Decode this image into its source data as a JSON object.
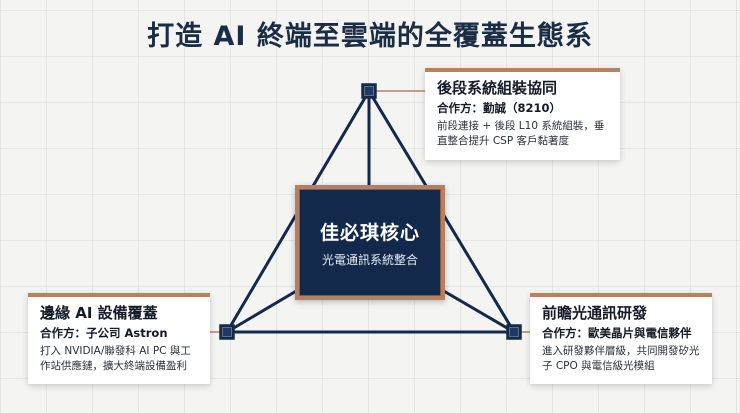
{
  "title": "打造 AI 終端至雲端的全覆蓋生態系",
  "colors": {
    "navy": "#13294b",
    "copper": "#b57f60",
    "background": "#f4f4f3",
    "card": "#ffffff"
  },
  "center": {
    "title": "佳必琪核心",
    "subtitle": "光電通訊系統整合"
  },
  "nodes": [
    {
      "position": "top",
      "title": "後段系統組裝協同",
      "partner": "合作方：勤誠（8210）",
      "description": "前段連接 + 後段 L10 系統組裝，垂直整合提升 CSP 客戶黏著度"
    },
    {
      "position": "bottom-left",
      "title": "邊緣 AI 設備覆蓋",
      "partner": "合作方：子公司 Astron",
      "description": "打入 NVIDIA/聯發科 AI PC 與工作站供應鏈，擴大終端設備盈利"
    },
    {
      "position": "bottom-right",
      "title": "前瞻光通訊研發",
      "partner": "合作方：歐美晶片與電信夥伴",
      "description": "進入研發夥伴層級，共同開發矽光子 CPO 與電信級光模組"
    }
  ]
}
